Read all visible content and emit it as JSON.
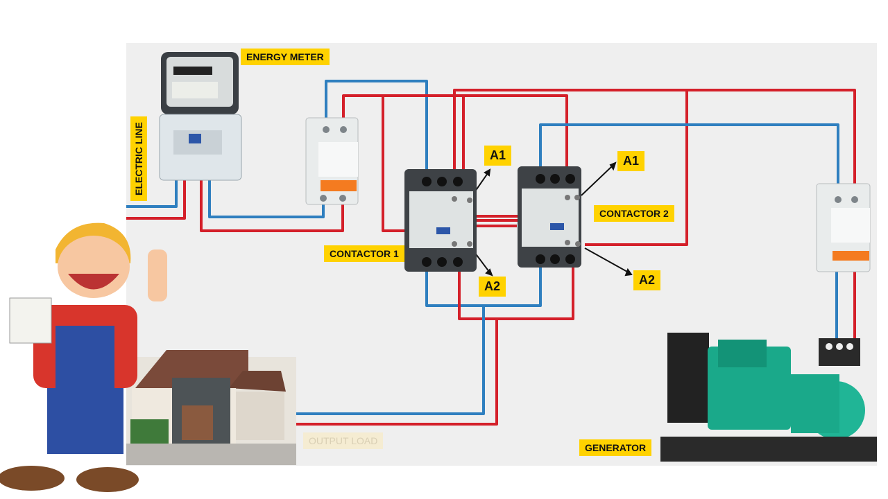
{
  "labels": {
    "energy_meter": "ENERGY METER",
    "electric_line": "ELECTRIC LINE",
    "contactor_1": "CONTACTOR 1",
    "contactor_2": "CONTACTOR 2",
    "a1_left": "A1",
    "a2_left": "A2",
    "a1_right": "A1",
    "a2_right": "A2",
    "generator": "GENERATOR",
    "output_load": "OUTPUT LOAD"
  },
  "colors": {
    "wire_red": "#d4202a",
    "wire_blue": "#2f7fbf",
    "label_bg": "#ffd200"
  }
}
